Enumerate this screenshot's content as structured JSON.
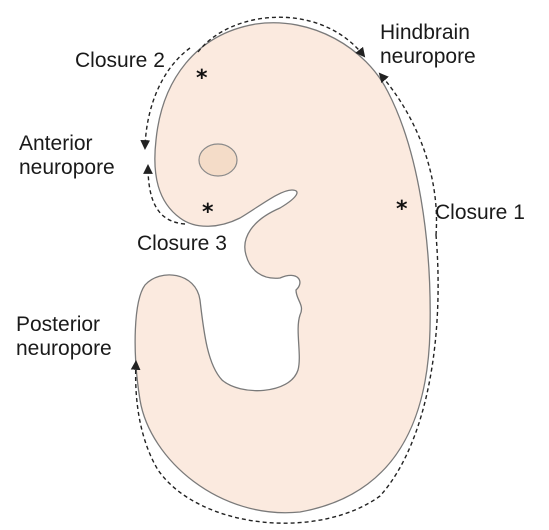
{
  "colors": {
    "embryo_fill": "#fbeadf",
    "embryo_stroke": "#7a7a7a",
    "arrow": "#222222",
    "text": "#1a1a1a"
  },
  "labels": {
    "closure_2": "Closure 2",
    "hindbrain_line1": "Hindbrain",
    "hindbrain_line2": "neuropore",
    "anterior_line1": "Anterior",
    "anterior_line2": "neuropore",
    "closure_1": "Closure 1",
    "closure_3": "Closure 3",
    "posterior_line1": "Posterior",
    "posterior_line2": "neuropore"
  },
  "markers": {
    "closure_symbol": "*"
  }
}
